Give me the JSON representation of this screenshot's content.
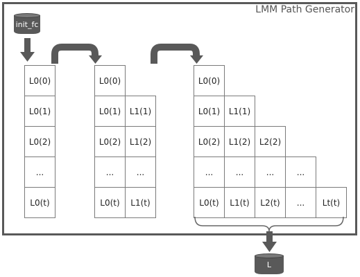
{
  "title": "LMM Path Generator",
  "input_store": {
    "label": "init_fc"
  },
  "output_store": {
    "label": "L"
  },
  "stages": [
    {
      "rows": [
        [
          "L0(0)"
        ],
        [
          "L0(1)"
        ],
        [
          "L0(2)"
        ],
        [
          "..."
        ],
        [
          "L0(t)"
        ]
      ]
    },
    {
      "rows": [
        [
          "L0(0)"
        ],
        [
          "L0(1)",
          "L1(1)"
        ],
        [
          "L0(2)",
          "L1(2)"
        ],
        [
          "...",
          "..."
        ],
        [
          "L0(t)",
          "L1(t)"
        ]
      ]
    },
    {
      "rows": [
        [
          "L0(0)"
        ],
        [
          "L0(1)",
          "L1(1)"
        ],
        [
          "L0(2)",
          "L1(2)",
          "L2(2)"
        ],
        [
          "...",
          "...",
          "...",
          "..."
        ],
        [
          "L0(t)",
          "L1(t)",
          "L2(t)",
          "...",
          "Lt(t)"
        ]
      ]
    }
  ],
  "colors": {
    "arrow": "#595959",
    "frame": "#595959",
    "cell_border": "#7a7a7a"
  }
}
